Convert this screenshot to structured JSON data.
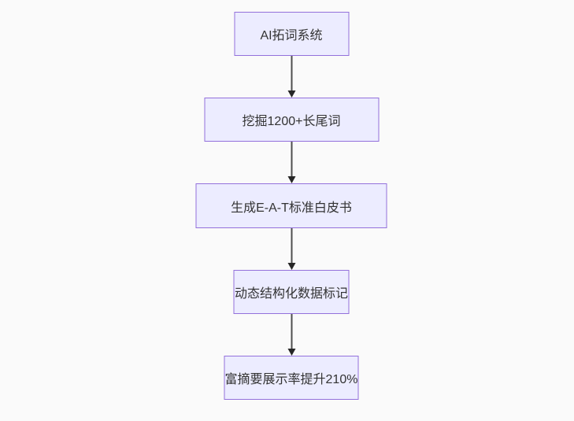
{
  "diagram": {
    "type": "flowchart",
    "direction": "top-down",
    "nodes": [
      {
        "id": "step-1",
        "label": "AI拓词系统"
      },
      {
        "id": "step-2",
        "label": "挖掘1200+长尾词"
      },
      {
        "id": "step-3",
        "label": "生成E-A-T标准白皮书"
      },
      {
        "id": "step-4",
        "label": "动态结构化数据标记"
      },
      {
        "id": "step-5",
        "label": "富摘要展示率提升210%"
      }
    ],
    "edges": [
      {
        "from": "step-1",
        "to": "step-2",
        "arrow": "arrow-down-icon"
      },
      {
        "from": "step-2",
        "to": "step-3",
        "arrow": "arrow-down-icon"
      },
      {
        "from": "step-3",
        "to": "step-4",
        "arrow": "arrow-down-icon"
      },
      {
        "from": "step-4",
        "to": "step-5",
        "arrow": "arrow-down-icon"
      }
    ],
    "colors": {
      "background": "#fafafa",
      "node_fill": "#ececff",
      "node_border": "#9370db",
      "text": "#333333",
      "edge_line": "#4d4d4d",
      "arrowhead": "#262626"
    }
  }
}
